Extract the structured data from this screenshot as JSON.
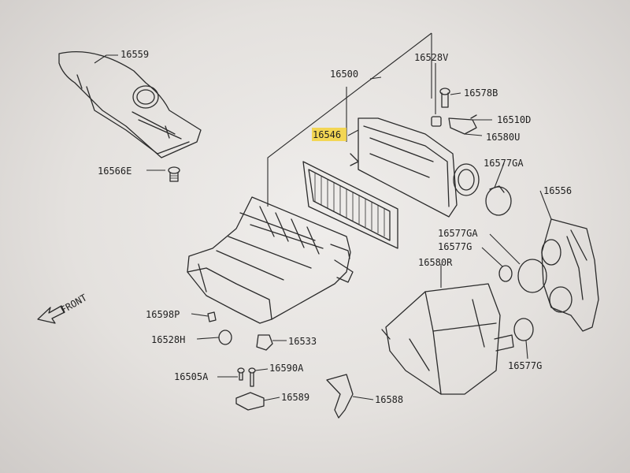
{
  "labels": {
    "p16559": "16559",
    "p16500": "16500",
    "p16528V": "16528V",
    "p16578B": "16578B",
    "p16510D": "16510D",
    "p16546": "16546",
    "p16580U": "16580U",
    "p16577GA_top": "16577GA",
    "p16556": "16556",
    "p16566E": "16566E",
    "p16577GA_mid": "16577GA",
    "p16577G_mid": "16577G",
    "p16580R": "16580R",
    "p16598P": "16598P",
    "p16528H": "16528H",
    "p16533": "16533",
    "p16505A": "16505A",
    "p16590A": "16590A",
    "p16589": "16589",
    "p16588": "16588",
    "p16577G_bot": "16577G",
    "front": "FRONT"
  },
  "highlight": {
    "label": "16546",
    "color": "#f4d23a"
  },
  "colors": {
    "line": "#2b2b2b",
    "paper": "#efedeb"
  }
}
